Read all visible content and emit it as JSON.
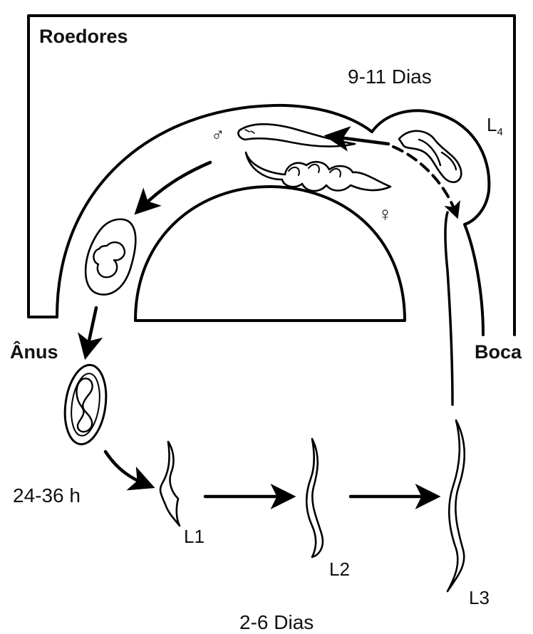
{
  "labels": {
    "host": "Roedores",
    "adult_time": "9-11 Dias",
    "stage_l4": "L",
    "stage_l4_sub": "4",
    "male_symbol": "♂",
    "female_symbol": "♀",
    "anus": "Ânus",
    "mouth": "Boca",
    "egg_time": "24-36 h",
    "stage_l1": "L1",
    "stage_l2": "L2",
    "stage_l3": "L3",
    "larva_time": "2-6 Dias"
  }
}
